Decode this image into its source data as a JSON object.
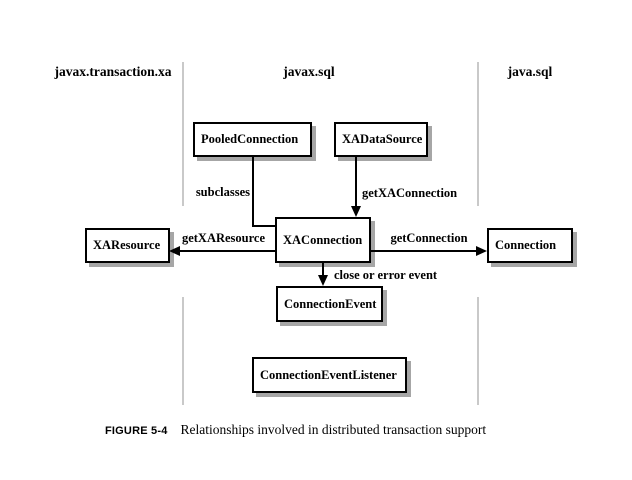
{
  "diagram": {
    "columns": [
      {
        "label": "javax.transaction.xa"
      },
      {
        "label": "javax.sql"
      },
      {
        "label": "java.sql"
      }
    ],
    "nodes": {
      "pooled_connection": "PooledConnection",
      "xa_data_source": "XADataSource",
      "xa_connection": "XAConnection",
      "xa_resource": "XAResource",
      "connection": "Connection",
      "connection_event": "ConnectionEvent",
      "connection_event_listener": "ConnectionEventListener"
    },
    "edges": {
      "subclasses": "subclasses",
      "get_xa_connection": "getXAConnection",
      "get_xa_resource": "getXAResource",
      "get_connection": "getConnection",
      "close_or_error": "close or error event"
    },
    "colors": {
      "background": "#ffffff",
      "divider": "#c9c9c9",
      "shadow": "#a6a6a6",
      "line": "#000000"
    }
  },
  "caption": {
    "label": "FIGURE 5-4",
    "text": "Relationships involved in distributed transaction support"
  }
}
